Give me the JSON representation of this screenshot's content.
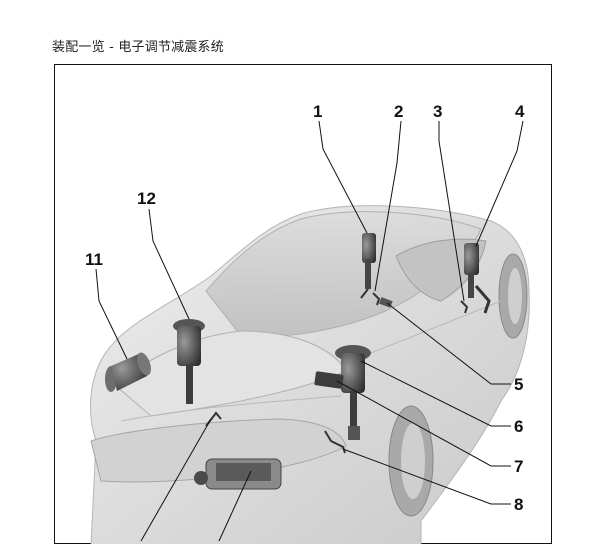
{
  "header": {
    "title": "装配一览 - 电子调节减震系统"
  },
  "callouts": [
    {
      "number": "1"
    },
    {
      "number": "2"
    },
    {
      "number": "3"
    },
    {
      "number": "4"
    },
    {
      "number": "5"
    },
    {
      "number": "6"
    },
    {
      "number": "7"
    },
    {
      "number": "8"
    },
    {
      "number": "11"
    },
    {
      "number": "12"
    }
  ],
  "colors": {
    "car_body": "#d9d9d9",
    "component_dark": "#3a3a3a",
    "frame": "#111111"
  }
}
